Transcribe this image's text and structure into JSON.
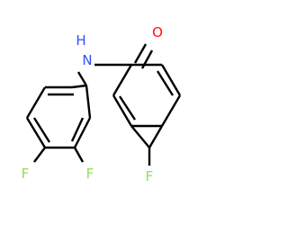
{
  "molecule": {
    "colors": {
      "bond": "#000000",
      "nitrogen": "#3050f8",
      "oxygen": "#ff0d0d",
      "fluorine": "#90e050"
    },
    "atoms": {
      "nitrogen": {
        "element": "N",
        "label": "N",
        "color_key": "nitrogen"
      },
      "hydrogen": {
        "element": "H",
        "label": "H",
        "color_key": "nitrogen"
      },
      "oxygen": {
        "element": "O",
        "label": "O",
        "color_key": "oxygen"
      },
      "fluorine_para": {
        "element": "F",
        "label": "F",
        "color_key": "fluorine"
      },
      "fluorine_3": {
        "element": "F",
        "label": "F",
        "color_key": "fluorine"
      },
      "fluorine_4": {
        "element": "F",
        "label": "F",
        "color_key": "fluorine"
      }
    }
  }
}
